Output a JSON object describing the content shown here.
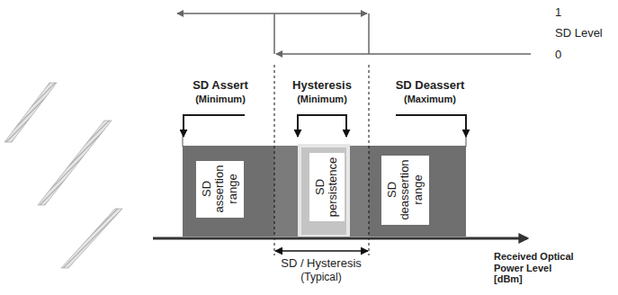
{
  "diagram": {
    "nodes": [
      {
        "text": [
          "SD assertion range"
        ]
      },
      {
        "text": [
          "SD persistence"
        ]
      },
      {
        "text": [
          "SD deassertion range"
        ]
      }
    ],
    "labels": [
      "1",
      "SD Level",
      "0",
      "SD Assert",
      "(Minimum)",
      "Hysteresis",
      "(Minimum)",
      "SD Deassert",
      "(Maximum)",
      "SD / Hysteresis",
      "(Typical)",
      "Received Optical Power Level [dBm]"
    ]
  }
}
